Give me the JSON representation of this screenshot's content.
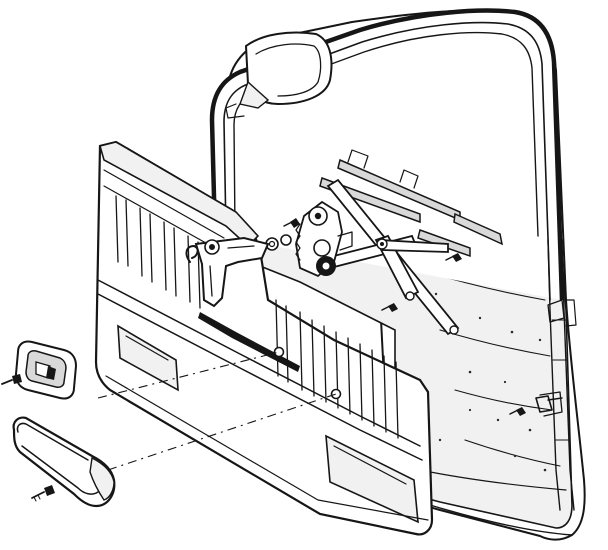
{
  "figure": {
    "style": "exploded line drawing",
    "background": "#ffffff",
    "ink": "#161616",
    "parts": [
      "door-shell",
      "window-frame",
      "side-mirror",
      "window-regulator",
      "regulator-bolts",
      "door-trim-panel",
      "armrest",
      "inside-handle-bezel",
      "mounting-screws",
      "lock-clips"
    ]
  }
}
